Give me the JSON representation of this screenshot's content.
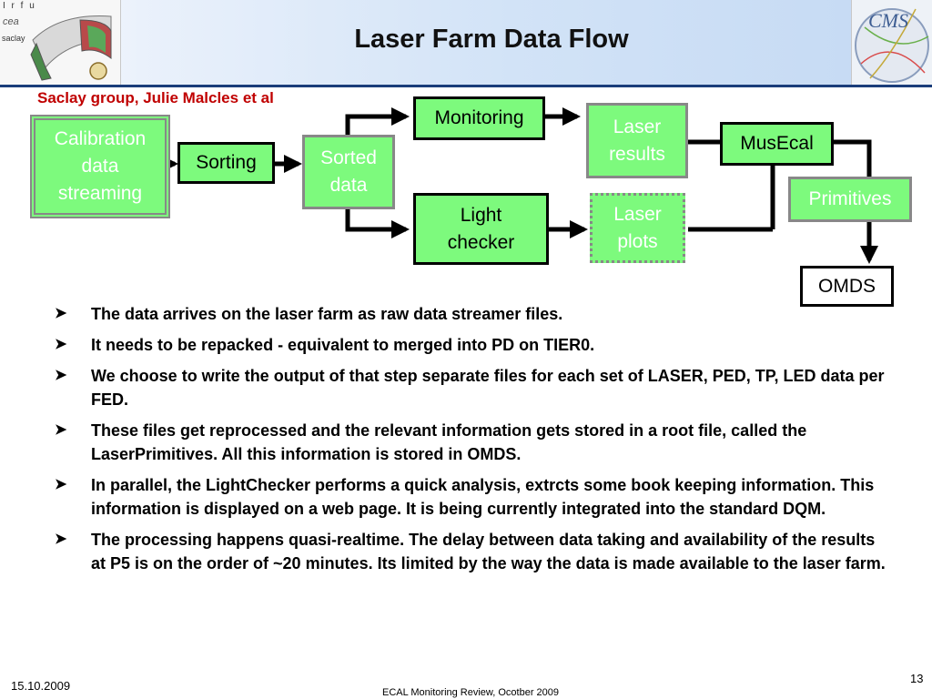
{
  "header": {
    "title": "Laser Farm Data Flow",
    "subtitle": "Saclay group, Julie Malcles et al",
    "logo_left": {
      "irfu": "I r f u",
      "cea": "cea",
      "saclay": "saclay"
    },
    "logo_right": {
      "text": "CMS"
    }
  },
  "diagram": {
    "nodes": {
      "calibration": "Calibration\ndata\nstreaming",
      "sorting": "Sorting",
      "sorted": "Sorted\ndata",
      "monitoring": "Monitoring",
      "light_checker": "Light\nchecker",
      "laser_results": "Laser\nresults",
      "laser_plots": "Laser\nplots",
      "musecal": "MusEcal",
      "primitives": "Primitives",
      "omds": "OMDS"
    },
    "colors": {
      "node_fill": "#7dfa7d",
      "line": "#000000",
      "muted_border": "#888888"
    }
  },
  "bullets": [
    "The data arrives on the laser farm as raw data streamer files.",
    "It needs to be repacked  - equivalent to merged into PD on TIER0.",
    "We choose to write the output of that step separate files for each set of LASER, PED, TP, LED data per FED.",
    "These files get reprocessed and the relevant information gets stored in a root file, called the LaserPrimitives. All this information is stored in OMDS.",
    "In parallel, the LightChecker performs a quick analysis, extrcts some book keeping information. This information is displayed on a web page. It is being currently integrated into the standard DQM.",
    "The processing happens quasi-realtime. The delay between data taking and availability of the results at P5 is on the order of ~20 minutes. Its limited by the way the data is made available to the laser farm."
  ],
  "footer": {
    "date": "15.10.2009",
    "text": "ECAL Monitoring Review, Ocotber 2009",
    "page": "13"
  }
}
